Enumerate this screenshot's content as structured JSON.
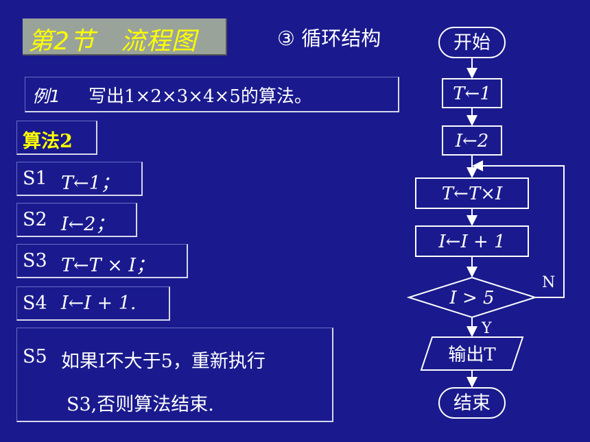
{
  "title": "第2节　流程图",
  "subtitle": "③ 循环结构",
  "example": {
    "label": "例1",
    "text": "写出1×2×3×4×5的算法。"
  },
  "algorithm_label": "算法2",
  "steps": [
    {
      "id": "S1",
      "text": "T←1；"
    },
    {
      "id": "S2",
      "text": "I←2；"
    },
    {
      "id": "S3",
      "text": "T←T × I；"
    },
    {
      "id": "S4",
      "text": "I←I + 1."
    },
    {
      "id": "S5",
      "line1": "如果I不大于5，重新执行",
      "line2": "S3,否则算法结束."
    }
  ],
  "flowchart": {
    "start": "开始",
    "t_init": "T←1",
    "i_init": "I←2",
    "multiply": "T←T×I",
    "increment": "I←I + 1",
    "condition": "I > 5",
    "no_label": "N",
    "yes_label": "Y",
    "output": "输出T",
    "end": "结束"
  }
}
